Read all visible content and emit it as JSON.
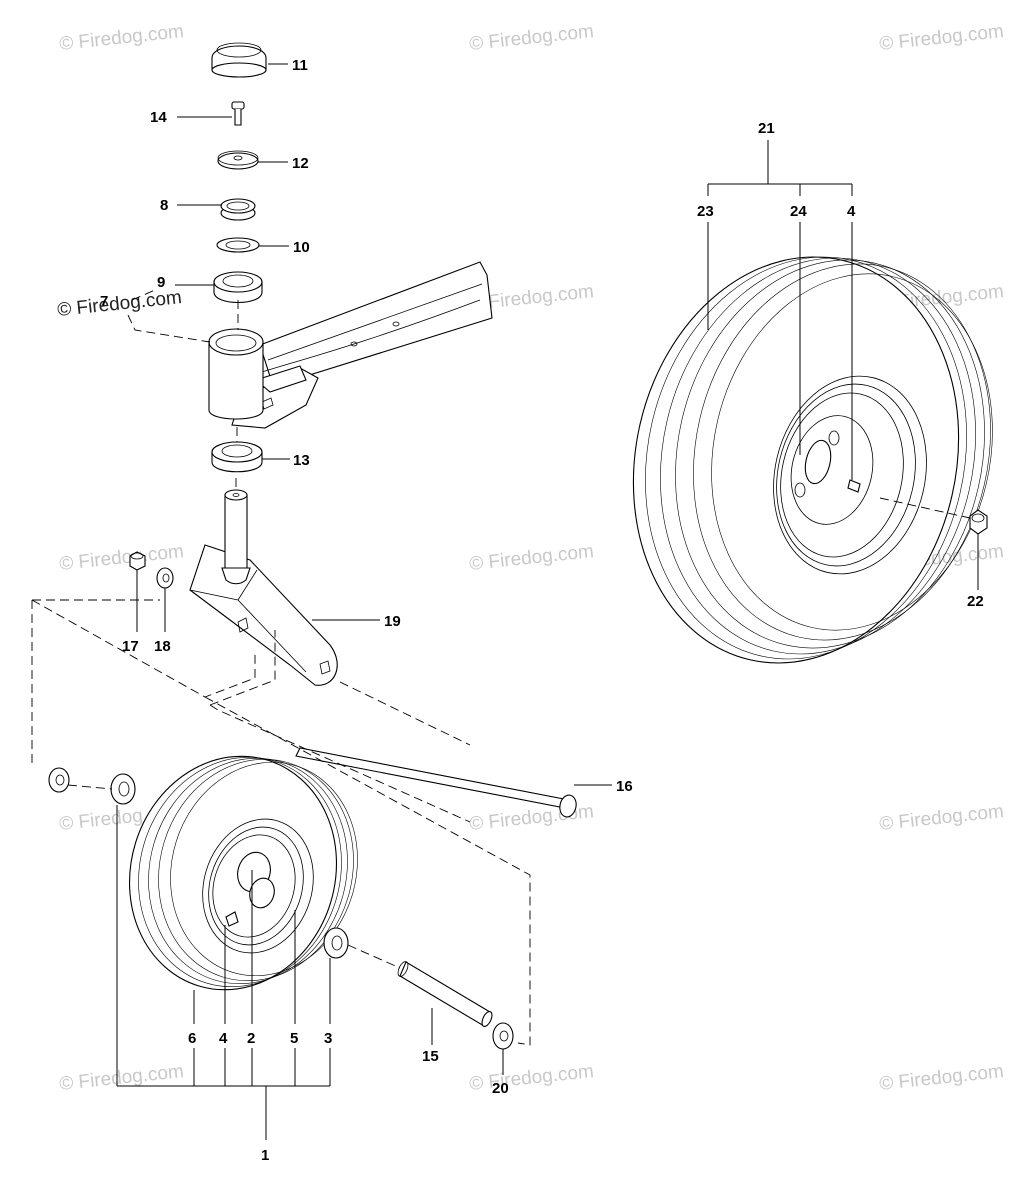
{
  "watermark": {
    "text": "© Firedog.com"
  },
  "callouts": {
    "c1": "1",
    "c2": "2",
    "c3": "3",
    "c4": "4",
    "c4b": "4",
    "c5": "5",
    "c6": "6",
    "c7": "7",
    "c8": "8",
    "c9": "9",
    "c10": "10",
    "c11": "11",
    "c12": "12",
    "c13": "13",
    "c14": "14",
    "c15": "15",
    "c16": "16",
    "c17": "17",
    "c18": "18",
    "c19": "19",
    "c20": "20",
    "c21": "21",
    "c22": "22",
    "c23": "23",
    "c24": "24"
  }
}
